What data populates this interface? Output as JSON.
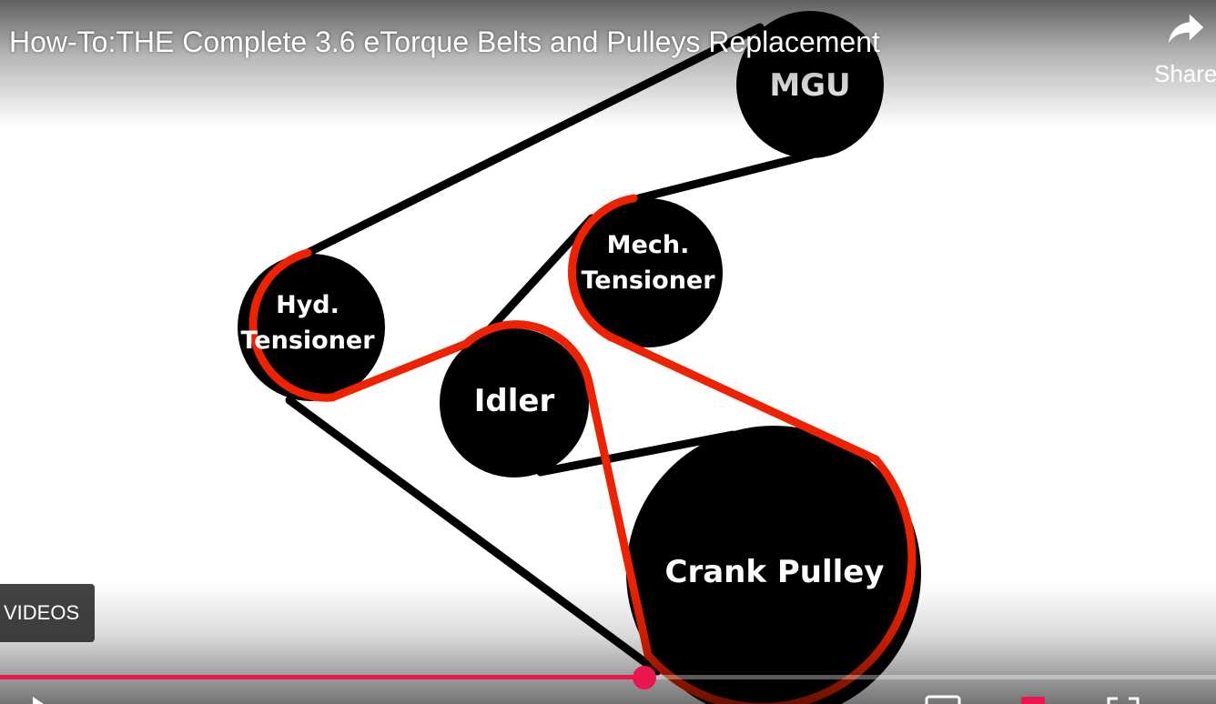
{
  "video": {
    "title": "How-To:THE Complete 3.6 eTorque Belts and Pulleys Replacement",
    "progress_percent": 53
  },
  "diagram": {
    "pulleys": [
      {
        "id": "mgu",
        "lines": [
          "MGU"
        ]
      },
      {
        "id": "hyd",
        "lines": [
          "Hyd.",
          "Tensioner"
        ]
      },
      {
        "id": "mech",
        "lines": [
          "Mech.",
          "Tensioner"
        ]
      },
      {
        "id": "idler",
        "lines": [
          "Idler"
        ]
      },
      {
        "id": "crank",
        "lines": [
          "Crank Pulley"
        ]
      }
    ],
    "colors": {
      "pulley_fill": "#000000",
      "black_belt": "#000000",
      "red_belt": "#ee2200",
      "label": "#ffffff"
    }
  },
  "overlay": {
    "share_label": "Share",
    "videos_label": "VIDEOS"
  },
  "icons": {
    "share": "share-arrow-icon",
    "play": "play-icon",
    "subtitles": "subtitles-icon",
    "settings": "settings-icon",
    "fullscreen": "fullscreen-icon"
  },
  "theme": {
    "accent": "#e9174d",
    "overlay_text": "#ffffff"
  }
}
